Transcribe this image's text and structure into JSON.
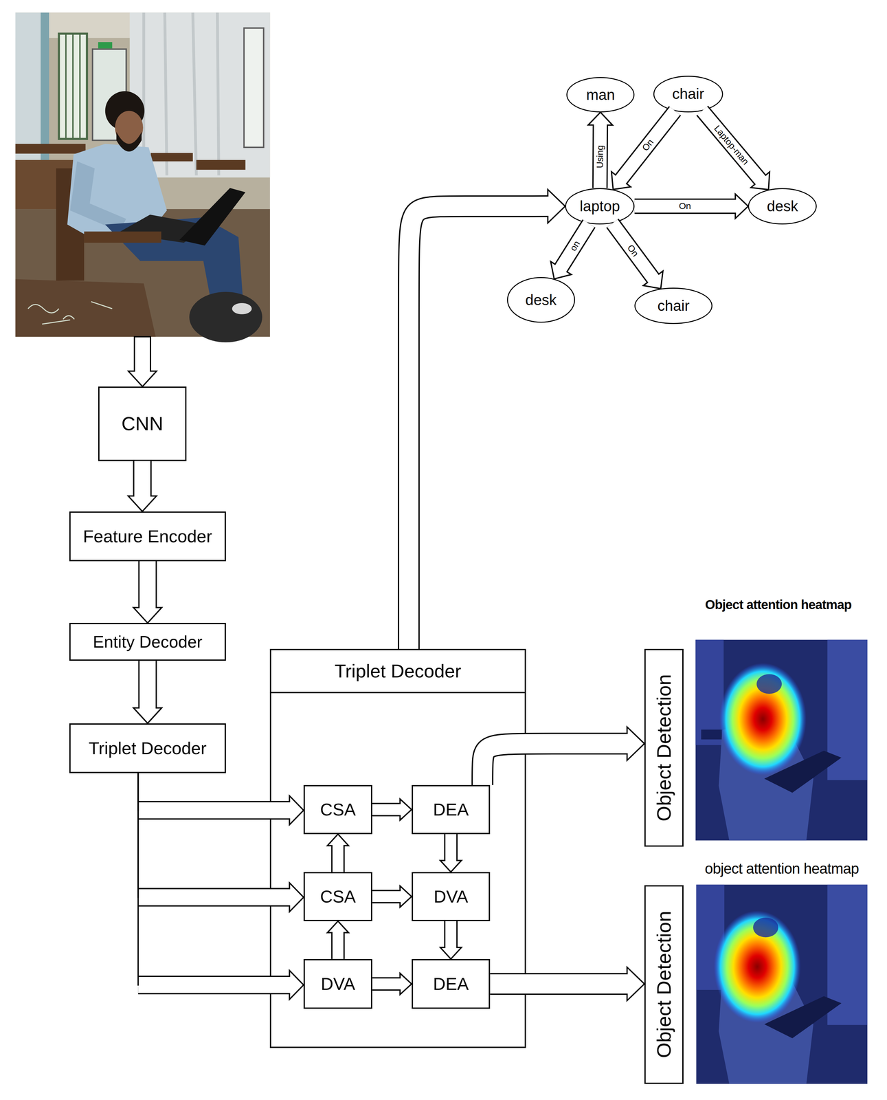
{
  "diagram": {
    "nodes": [
      {
        "text": [
          "man"
        ]
      },
      {
        "text": [
          "chair"
        ]
      },
      {
        "text": [
          "laptop"
        ]
      },
      {
        "text": [
          "desk"
        ]
      },
      {
        "text": [
          "desk"
        ]
      },
      {
        "text": [
          "chair"
        ]
      },
      {
        "text": [
          "CNN"
        ]
      },
      {
        "text": [
          "Feature Encoder"
        ]
      },
      {
        "text": [
          "Entity Decoder"
        ]
      },
      {
        "text": [
          "Triplet Decoder"
        ]
      },
      {
        "text": [
          "Triplet Decoder"
        ]
      },
      {
        "text": [
          "CSA"
        ],
        "in": 10
      },
      {
        "text": [
          "DEA"
        ],
        "in": 10
      },
      {
        "text": [
          "CSA"
        ],
        "in": 10
      },
      {
        "text": [
          "DVA"
        ],
        "in": 10
      },
      {
        "text": [
          "DVA"
        ],
        "in": 10
      },
      {
        "text": [
          "DEA"
        ],
        "in": 10
      },
      {
        "text": [
          "Object Detection"
        ]
      },
      {
        "text": [
          "Object Detection"
        ]
      }
    ],
    "edges": [
      {
        "from": 2,
        "to": 0,
        "arrow": "to",
        "label": "Using"
      },
      {
        "from": 1,
        "to": 2,
        "arrow": "to",
        "label": "On"
      },
      {
        "from": 1,
        "to": 3,
        "arrow": "to",
        "label": "Laptop-man"
      },
      {
        "from": 2,
        "to": 3,
        "arrow": "to",
        "label": "On"
      },
      {
        "from": 2,
        "to": 4,
        "arrow": "to",
        "label": "on"
      },
      {
        "from": 2,
        "to": 5,
        "arrow": "to",
        "label": "On"
      },
      {
        "from": 6,
        "to": 7,
        "arrow": "to"
      },
      {
        "from": 7,
        "to": 8,
        "arrow": "to"
      },
      {
        "from": 8,
        "to": 9,
        "arrow": "to"
      },
      {
        "from": 9,
        "to": 11,
        "arrow": "to"
      },
      {
        "from": 9,
        "to": 13,
        "arrow": "to"
      },
      {
        "from": 9,
        "to": 15,
        "arrow": "to"
      },
      {
        "from": 11,
        "to": 12,
        "arrow": "to"
      },
      {
        "from": 13,
        "to": 14,
        "arrow": "to"
      },
      {
        "from": 15,
        "to": 16,
        "arrow": "to"
      },
      {
        "from": 13,
        "to": 11,
        "arrow": "to"
      },
      {
        "from": 15,
        "to": 13,
        "arrow": "to"
      },
      {
        "from": 12,
        "to": 14,
        "arrow": "to"
      },
      {
        "from": 14,
        "to": 16,
        "arrow": "to"
      },
      {
        "from": 12,
        "to": 17,
        "arrow": "to"
      },
      {
        "from": 16,
        "to": 18,
        "arrow": "to"
      },
      {
        "from": 10,
        "to": 2,
        "arrow": "to"
      }
    ],
    "labels": [
      "Object attention heatmap",
      "object attention heatmap"
    ]
  }
}
